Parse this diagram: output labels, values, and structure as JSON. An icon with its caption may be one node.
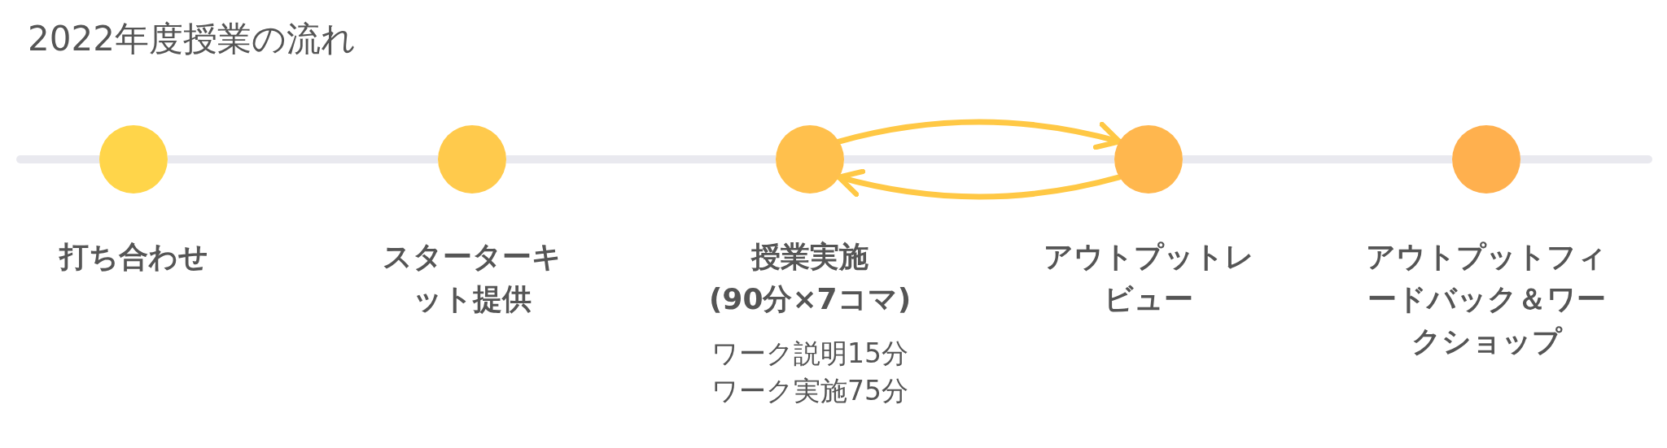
{
  "diagram": {
    "title": "2022年度授業の流れ",
    "nodes": [
      {
        "text": [
          "打ち合わせ"
        ]
      },
      {
        "text": [
          "スターターキット提供"
        ]
      },
      {
        "text": [
          "授業実施",
          "(90分×7コマ)"
        ],
        "beside": [
          "ワーク説明15分",
          "ワーク実施75分"
        ]
      },
      {
        "text": [
          "アウトプットレビュー"
        ]
      },
      {
        "text": [
          "アウトプットフィードバック＆ワークショップ"
        ]
      }
    ],
    "edges": [
      {
        "from": 0,
        "to": 1,
        "arrow": "none"
      },
      {
        "from": 1,
        "to": 2,
        "arrow": "none"
      },
      {
        "from": 2,
        "to": 3,
        "arrow": "none"
      },
      {
        "from": 3,
        "to": 4,
        "arrow": "none"
      },
      {
        "from": 2,
        "to": 3,
        "arrow": "to",
        "color": "#ffc845"
      },
      {
        "from": 3,
        "to": 2,
        "arrow": "to",
        "color": "#ffc845"
      }
    ]
  }
}
